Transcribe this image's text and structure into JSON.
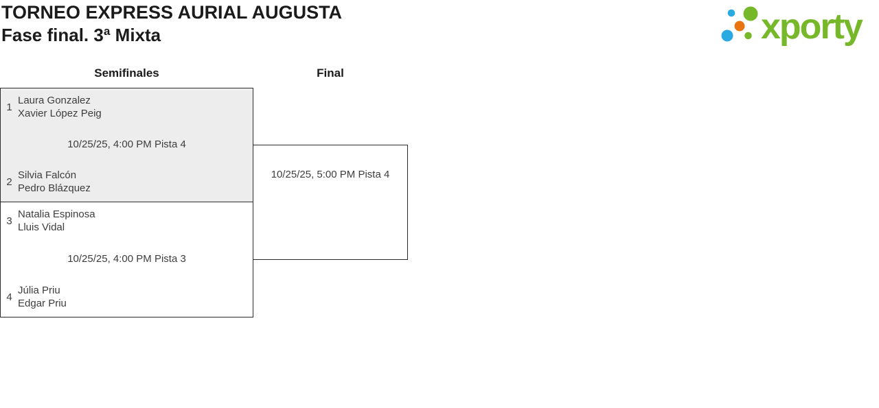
{
  "header": {
    "title": "TORNEO EXPRESS AURIAL AUGUSTA",
    "subtitle": "Fase final. 3ª Mixta"
  },
  "logo": {
    "text": "xporty",
    "dot_blue": "#29abe2",
    "dot_green": "#76b82a",
    "dot_orange": "#e87511"
  },
  "bracket": {
    "rounds": [
      {
        "label": "Semifinales",
        "matches": [
          {
            "seed_top": "1",
            "team_top": [
              "Laura Gonzalez",
              "Xavier López Peig"
            ],
            "info": "10/25/25, 4:00 PM Pista 4",
            "seed_bottom": "2",
            "team_bottom": [
              "Silvia Falcón",
              "Pedro Blázquez"
            ]
          },
          {
            "seed_top": "3",
            "team_top": [
              "Natalia Espinosa",
              "Lluis Vidal"
            ],
            "info": "10/25/25, 4:00 PM Pista 3",
            "seed_bottom": "4",
            "team_bottom": [
              "Júlia Priu",
              "Edgar Priu"
            ]
          }
        ]
      },
      {
        "label": "Final",
        "matches": [
          {
            "info": "10/25/25, 5:00 PM Pista 4"
          }
        ]
      }
    ]
  },
  "colors": {
    "title_text": "#1b1b1b",
    "body_text": "#3d3d3d",
    "box_border": "#2b2b2b",
    "box_shaded_fill": "#ededed",
    "brand_green": "#76b82a",
    "brand_blue": "#29abe2",
    "brand_orange": "#e87511"
  }
}
